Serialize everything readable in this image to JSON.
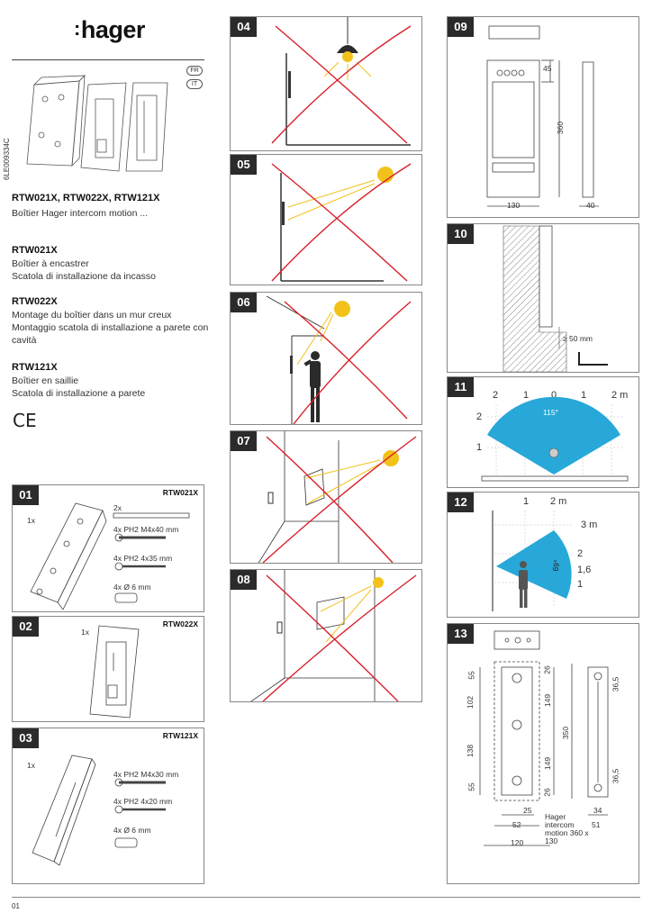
{
  "header": {
    "brand_dots": ":",
    "brand_name": "hager",
    "lang_fr": "FR",
    "lang_it": "IT",
    "doc_ref": "6LE009334C"
  },
  "intro": {
    "title": "RTW021X, RTW022X, RTW121X",
    "subtitle": "Boîtier Hager intercom motion ...",
    "items": [
      {
        "code": "RTW021X",
        "fr": "Boîtier à encastrer",
        "it": "Scatola di installazione da incasso"
      },
      {
        "code": "RTW022X",
        "fr": "Montage du boîtier dans un mur creux",
        "it": "Montaggio scatola di installazione a parete con cavità"
      },
      {
        "code": "RTW121X",
        "fr": "Boîtier en saillie",
        "it": "Scatola di installazione a parete"
      }
    ],
    "ce": "CE"
  },
  "panels": {
    "p01": {
      "num": "01",
      "product": "RTW021X",
      "qty_box": "1x",
      "qty_strip": "2x",
      "parts": [
        "4x PH2 M4x40 mm",
        "4x PH2 4x35 mm",
        "4x Ø 6 mm"
      ]
    },
    "p02": {
      "num": "02",
      "product": "RTW022X",
      "qty_box": "1x"
    },
    "p03": {
      "num": "03",
      "product": "RTW121X",
      "qty_box": "1x",
      "parts": [
        "4x PH2 M4x30 mm",
        "4x PH2 4x20 mm",
        "4x Ø 6 mm"
      ]
    },
    "p04": {
      "num": "04"
    },
    "p05": {
      "num": "05"
    },
    "p06": {
      "num": "06"
    },
    "p07": {
      "num": "07"
    },
    "p08": {
      "num": "08"
    },
    "p09": {
      "num": "09",
      "dims": [
        "45",
        "360",
        "130",
        "40"
      ]
    },
    "p10": {
      "num": "10",
      "gap": "≥ 50 mm"
    },
    "p11": {
      "num": "11",
      "axis_x": [
        "2",
        "1",
        "0",
        "1",
        "2 m"
      ],
      "axis_y": [
        "2",
        "1"
      ],
      "angle": "115°"
    },
    "p12": {
      "num": "12",
      "axis_x": [
        "1",
        "2 m"
      ],
      "axis_y": [
        "3 m",
        "2",
        "1,6",
        "1"
      ],
      "angle": "69°"
    },
    "p13": {
      "num": "13",
      "dims_left": [
        "55",
        "102",
        "138",
        "55"
      ],
      "dims_right": [
        "26",
        "149",
        "350",
        "149",
        "26"
      ],
      "dims_bottom": [
        "25",
        "52",
        "120"
      ],
      "label": "Hager intercom motion 360 x 130",
      "dims_side": [
        "36,5",
        "36,5",
        "34",
        "51"
      ]
    }
  },
  "footer": {
    "page": "01"
  },
  "colors": {
    "red": "#d8202a",
    "sun": "#f2c21b",
    "blue": "#27a8d8",
    "badge": "#2b2b2b"
  }
}
